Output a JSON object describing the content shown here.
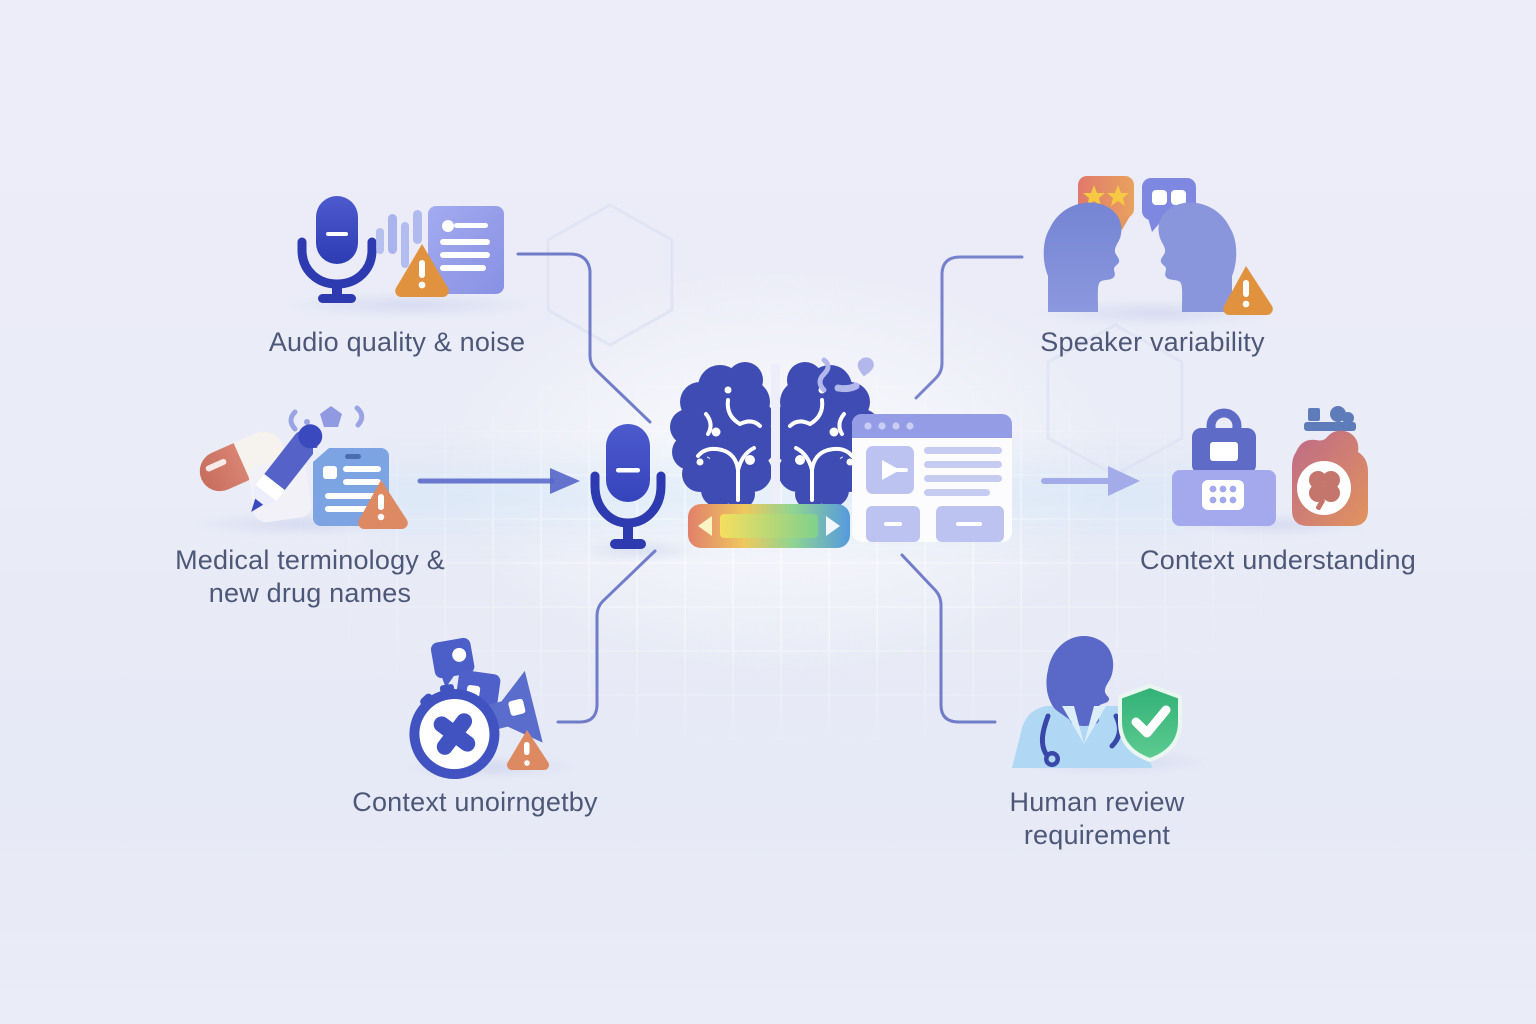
{
  "diagram_title": "speech-to-text challenges and safeguards diagram",
  "colors": {
    "background": "#eaecf7",
    "label_text": "#4d5878",
    "primary_blue": "#3a49bd",
    "periwinkle": "#8b95e6",
    "light_periwinkle": "#b9c0ed",
    "warning_orange": "#e0923f",
    "warning_salmon": "#dd8a62",
    "shield_green": "#3cba7d",
    "doctor_coat_blue": "#b0d8f4",
    "pill_red": "#c97263",
    "bubble_coral": "#e0796c",
    "slider_gradient": [
      "#e2806a",
      "#eec95e",
      "#8ed492",
      "#569ade"
    ],
    "connector_blue": "#5a68c0"
  },
  "nodes": {
    "audio_quality": {
      "label": "Audio quality & noise"
    },
    "medical_terminology": {
      "label": "Medical terminology & new drug names"
    },
    "context_noise": {
      "label": "Context unoirngetby"
    },
    "speaker_variability": {
      "label": "Speaker variability"
    },
    "context_understanding": {
      "label": "Context understanding"
    },
    "human_review": {
      "label": "Human review requirement"
    }
  },
  "icons": {
    "left_top": [
      "microphone-icon",
      "waveform-icon",
      "transcript-document-icon",
      "warning-triangle-icon"
    ],
    "left_mid": [
      "pill-icon",
      "pen-icon",
      "code-brackets-decoration",
      "prescription-document-icon",
      "warning-triangle-icon"
    ],
    "left_bottom": [
      "chat-squares-icon",
      "stopwatch-x-icon",
      "speaker-icon",
      "warning-triangle-icon"
    ],
    "center": [
      "microphone-icon",
      "brain-icon",
      "heart-decoration-icon",
      "gradient-slider",
      "transcript-window"
    ],
    "right_top": [
      "rating-bubble-icon",
      "chat-bubble-icon",
      "profile-face-icon",
      "profile-face-icon",
      "warning-triangle-icon"
    ],
    "right_mid": [
      "lock-device-icon",
      "keypad-panel-icon",
      "clover-badge-icon",
      "small-machine-glyph-icon"
    ],
    "right_bottom": [
      "doctor-icon",
      "shield-check-icon"
    ]
  }
}
